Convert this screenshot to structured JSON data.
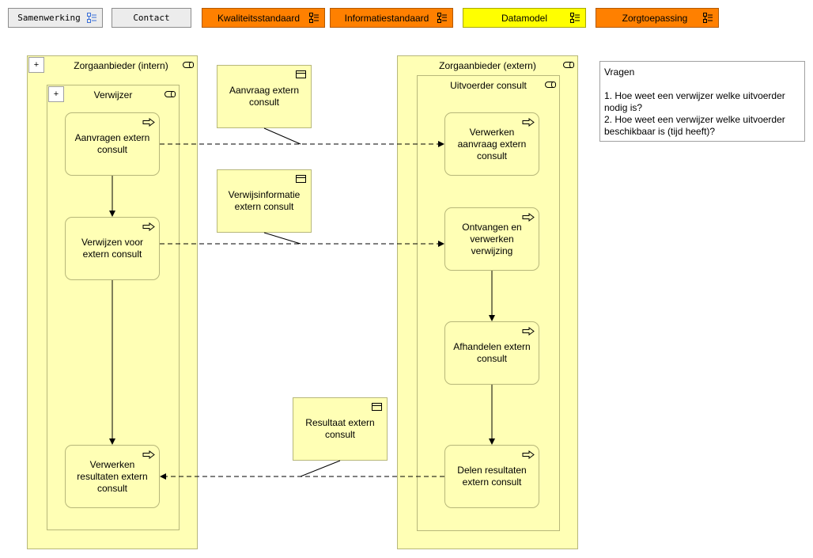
{
  "nav": {
    "samenwerking": "Samenwerking",
    "contact": "Contact",
    "kwaliteitsstandaard": "Kwaliteitsstandaard",
    "informatiestandaard": "Informatiestandaard",
    "datamodel": "Datamodel",
    "zorgtoepassing": "Zorgtoepassing"
  },
  "colors": {
    "business": "#ffffb5",
    "orange": "#ff8000",
    "yellow": "#ffff00",
    "grey": "#ececec"
  },
  "left_role": {
    "title": "Zorgaanbieder (intern)",
    "inner_title": "Verwijzer",
    "expand": "+",
    "processes": [
      "Aanvragen extern consult",
      "Verwijzen voor extern consult",
      "Verwerken resultaten extern consult"
    ]
  },
  "right_role": {
    "title": "Zorgaanbieder (extern)",
    "inner_title": "Uitvoerder consult",
    "processes": [
      "Verwerken aanvraag extern consult",
      "Ontvangen en verwerken verwijzing",
      "Afhandelen extern consult",
      "Delen resultaten extern consult"
    ]
  },
  "data_objects": [
    "Aanvraag extern consult",
    "Verwijsinformatie extern consult",
    "Resultaat extern consult"
  ],
  "note": {
    "title": "Vragen",
    "line1": "1. Hoe weet een verwijzer welke uitvoerder nodig is?",
    "line2": "2. Hoe weet een verwijzer welke uitvoerder beschikbaar is (tijd heeft)?"
  }
}
